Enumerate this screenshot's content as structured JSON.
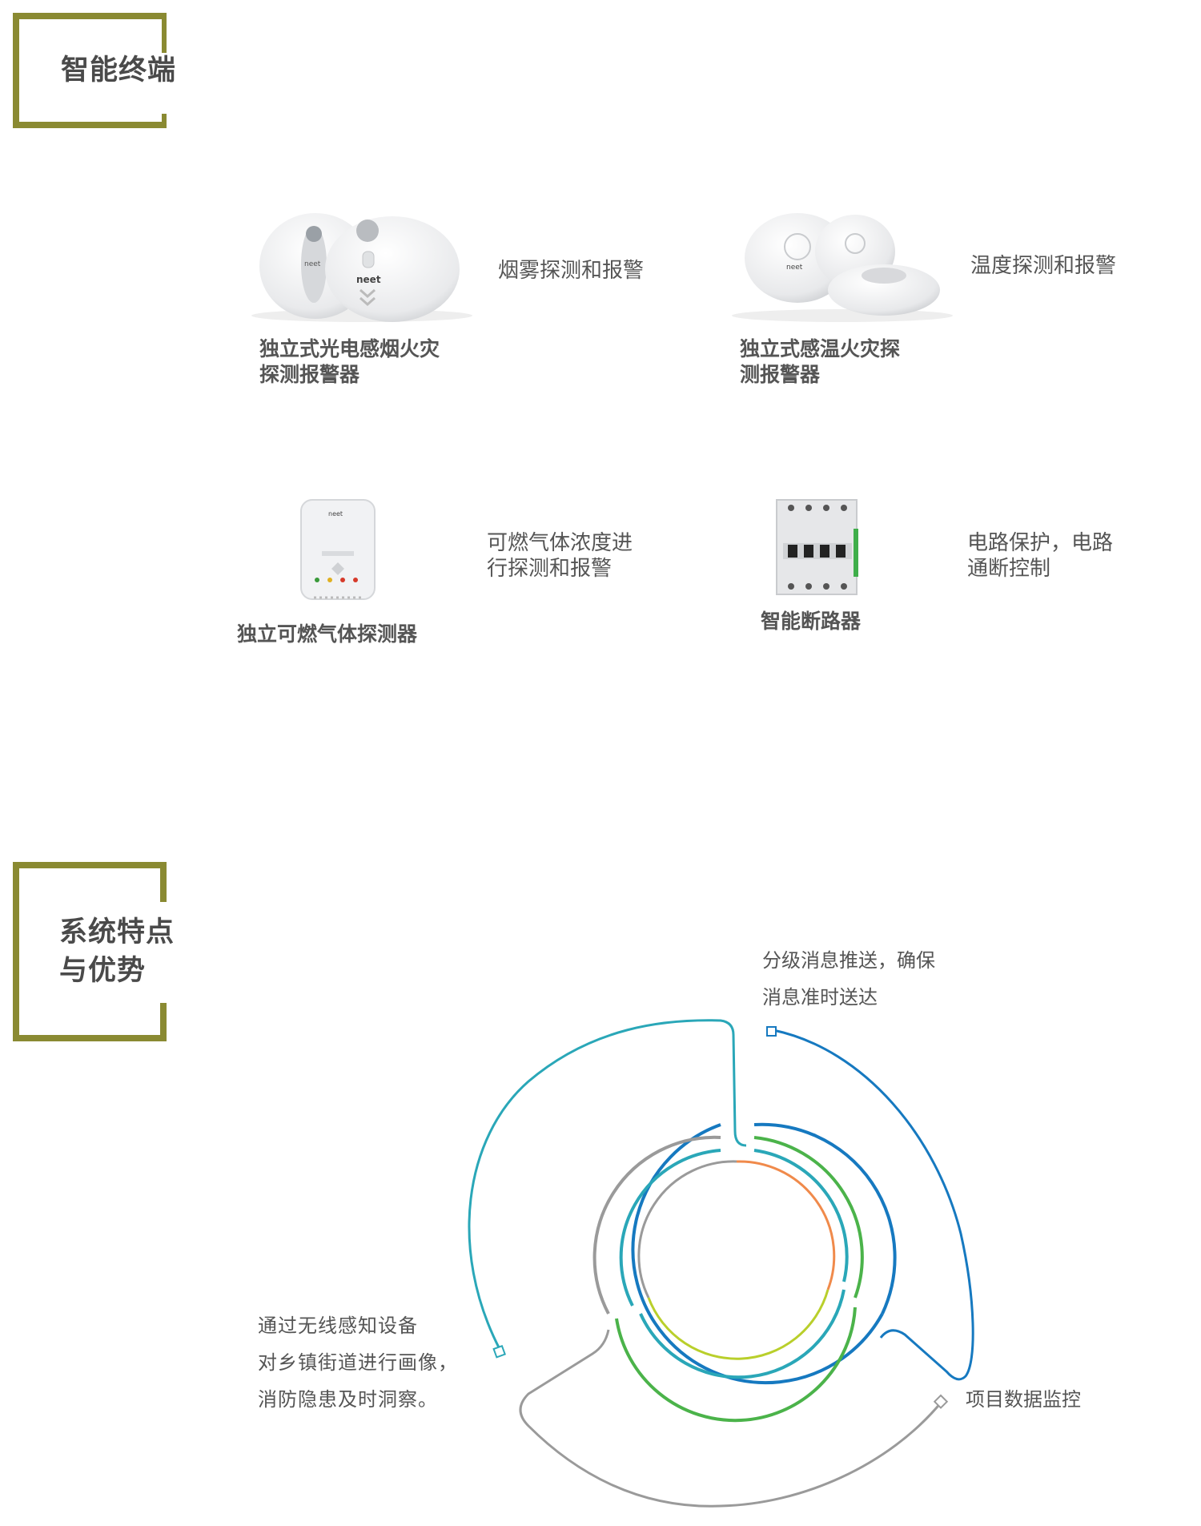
{
  "colors": {
    "accent_olive": "#8a8a32",
    "teal": "#2aa7b8",
    "blue": "#1679c0",
    "green": "#4bb34a",
    "gray": "#9a9a9a",
    "orange": "#f08a4b",
    "lime": "#b9cf2b"
  },
  "sections": {
    "terminals": {
      "title": "智能终端"
    },
    "features": {
      "title_line1": "系统特点",
      "title_line2": "与优势"
    }
  },
  "products": [
    {
      "name_line1": "独立式光电感烟火灾",
      "name_line2": "探测报警器",
      "desc_line1": "烟雾探测和报警",
      "desc_line2": "",
      "image_icon": "smoke-detector-icon",
      "brand": "neet"
    },
    {
      "name_line1": "独立式感温火灾探",
      "name_line2": "测报警器",
      "desc_line1": "温度探测和报警",
      "desc_line2": "",
      "image_icon": "heat-detector-icon",
      "brand": "neet"
    },
    {
      "name_line1": "独立可燃气体探测器",
      "name_line2": "",
      "desc_line1": "可燃气体浓度进",
      "desc_line2": "行探测和报警",
      "image_icon": "gas-detector-icon",
      "brand": "neet"
    },
    {
      "name_line1": "智能断路器",
      "name_line2": "",
      "desc_line1": "电路保护，电路",
      "desc_line2": "通断控制",
      "image_icon": "circuit-breaker-icon"
    }
  ],
  "features": [
    {
      "line1": "分级消息推送，确保",
      "line2": "消息准时送达"
    },
    {
      "line1": "通过无线感知设备",
      "line2": "对乡镇街道进行画像，",
      "line3": "消防隐患及时洞察。"
    },
    {
      "line1": "项目数据监控"
    }
  ]
}
